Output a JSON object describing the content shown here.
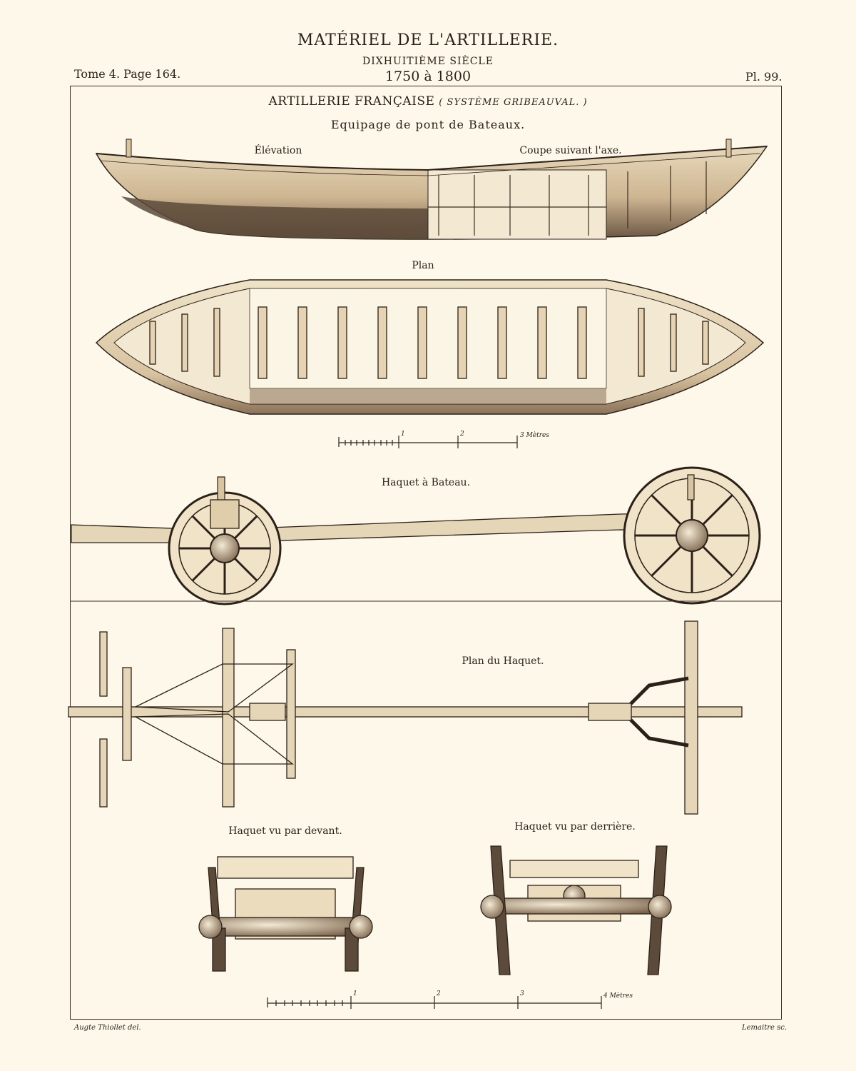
{
  "header": {
    "title": "MATÉRIEL DE L'ARTILLERIE.",
    "century": "DIXHUITIÈME SIÈCLE",
    "years": "1750 à 1800",
    "tome_page": "Tome 4. Page 164.",
    "plate_no": "Pl. 99."
  },
  "plate": {
    "heading_main": "ARTILLERIE FRANÇAISE",
    "heading_sub": "( SYSTÈME GRIBEAUVAL. )",
    "subject": "Equipage de pont de Bateaux.",
    "views": {
      "elevation": "Élévation",
      "coupe": "Coupe suivant l'axe.",
      "plan": "Plan",
      "haquet_bateau": "Haquet à Bateau.",
      "plan_haquet": "Plan du Haquet.",
      "vu_devant": "Haquet vu par devant.",
      "vu_derriere": "Haquet vu par derrière."
    },
    "scale_top": {
      "ticks": [
        "1",
        "2",
        "3 Mètres"
      ]
    },
    "scale_bottom": {
      "ticks": [
        "1",
        "2",
        "3",
        "4 Mètres"
      ]
    }
  },
  "credits": {
    "drawn_by": "Augte Thiollet del.",
    "engraved_by": "Lemaitre sc."
  },
  "colors": {
    "paper": "#fdf8ea",
    "ink": "#2b2118",
    "wood": "#d9c4a0",
    "shade": "#6a5542"
  }
}
